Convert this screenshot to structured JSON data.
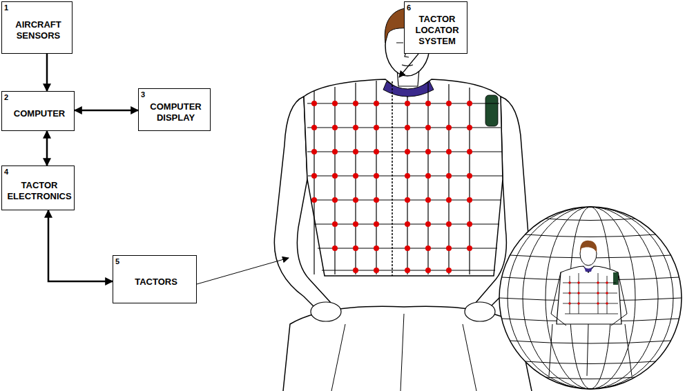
{
  "diagram": {
    "nodes": [
      {
        "text": [
          "1",
          "AIRCRAFT SENSORS"
        ]
      },
      {
        "text": [
          "2",
          "COMPUTER"
        ]
      },
      {
        "text": [
          "3",
          "COMPUTER DISPLAY"
        ]
      },
      {
        "text": [
          "4",
          "TACTOR ELECTRONICS"
        ]
      },
      {
        "text": [
          "5",
          "TACTORS"
        ]
      },
      {
        "text": [
          "6",
          "TACTOR LOCATOR SYSTEM"
        ]
      }
    ],
    "edges": [
      {
        "from": 0,
        "to": 1,
        "arrow": "to"
      },
      {
        "from": 1,
        "to": 2,
        "arrow": "both"
      },
      {
        "from": 1,
        "to": 3,
        "arrow": "both"
      },
      {
        "from": 3,
        "to": 4,
        "arrow": "both"
      }
    ]
  }
}
